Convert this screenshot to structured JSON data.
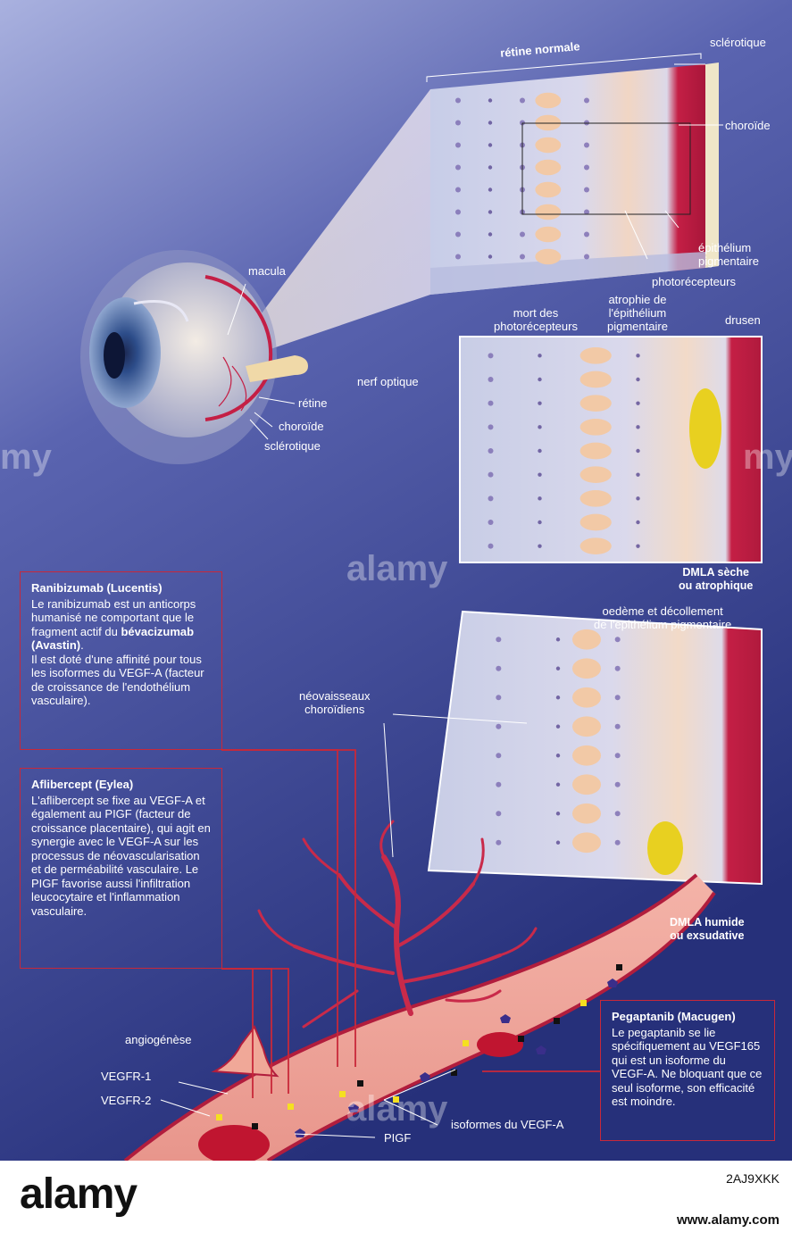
{
  "colors": {
    "bg_top": "#9aa3d6",
    "bg_bottom": "#2a3580",
    "accent_red": "#c8283a",
    "vessel": "#c92a4a",
    "photoreceptor": "#f0d0b0",
    "drusen": "#e8d020"
  },
  "labels": {
    "retine_normale": "rétine normale",
    "sclerotique_top": "sclérotique",
    "choroide_top": "choroïde",
    "epithelium": "épithélium\npigmentaire",
    "photorecepteurs": "photorécepteurs",
    "macula": "macula",
    "nerf_optique": "nerf optique",
    "retine": "rétine",
    "choroide_eye": "choroïde",
    "sclerotique_eye": "sclérotique",
    "mort": "mort des\nphotorécepteurs",
    "atrophie": "atrophie de\nl'épithélium\npigmentaire",
    "drusen": "drusen",
    "dmla_seche": "DMLA sèche\nou atrophique",
    "oedeme": "oedème et décollement\nde l'épithélium pigmentaire",
    "neovaisseaux": "néovaisseaux\nchoroïdiens",
    "dmla_humide": "DMLA humide\nou exsudative",
    "angiogenese": "angiogénèse",
    "vegfr1": "VEGFR-1",
    "vegfr2": "VEGFR-2",
    "pigf": "PIGF",
    "isoformes": "isoformes du VEGF-A"
  },
  "boxes": {
    "ranibizumab": {
      "title": "Ranibizumab (Lucentis)",
      "text1": "Le ranibizumab est un anticorps humanisé ne comportant que le fragment actif du ",
      "bold": "bévacizumab (Avastin)",
      "text2": ".\nIl est doté d'une affinité pour tous les isoformes du VEGF-A (facteur de croissance de l'endothélium vasculaire)."
    },
    "aflibercept": {
      "title": "Aflibercept (Eylea)",
      "text": "L'aflibercept se fixe au VEGF-A et également au PIGF (facteur de croissance placentaire), qui agit en synergie avec le VEGF-A sur les processus de néovascularisation et de perméabilité vasculaire. Le PIGF favorise aussi l'infiltration leucocytaire et l'inflammation vasculaire."
    },
    "pegaptanib": {
      "title": "Pegaptanib (Macugen)",
      "text": "Le pegaptanib se lie spécifiquement au VEGF165 qui est un isoforme du VEGF-A. Ne bloquant que ce seul isoforme, son efficacité est moindre."
    }
  },
  "footer": {
    "brand": "alamy",
    "image_id": "2AJ9XKK",
    "url": "www.alamy.com"
  },
  "watermarks": [
    "alamy",
    "alamy",
    "my",
    "my"
  ]
}
